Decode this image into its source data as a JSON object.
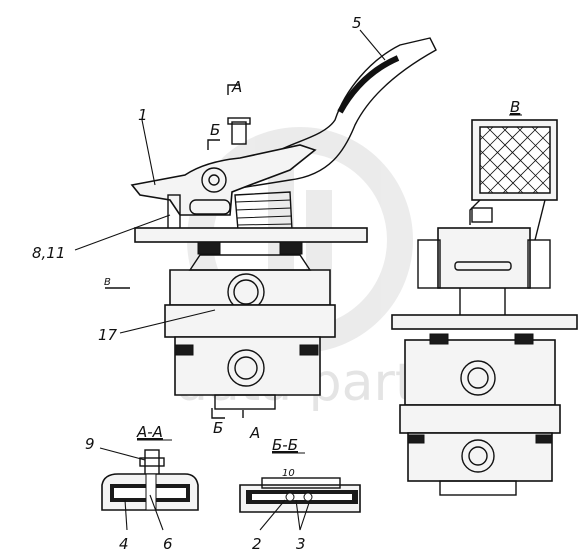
{
  "callouts": {
    "n1": "1",
    "n2": "2",
    "n3": "3",
    "n4": "4",
    "n5": "5",
    "n6": "6",
    "n9": "9",
    "n10": "10",
    "n17": "17",
    "n811": "8,11"
  },
  "section_marks": {
    "a_top": "A",
    "b_top": "Б",
    "b_bottom": "Б",
    "a_bottom": "A",
    "view_arrow": "В"
  },
  "section_titles": {
    "aa": "A-A",
    "bb": "Б-Б",
    "view_v": "В"
  },
  "watermark": {
    "text": "data parts"
  }
}
